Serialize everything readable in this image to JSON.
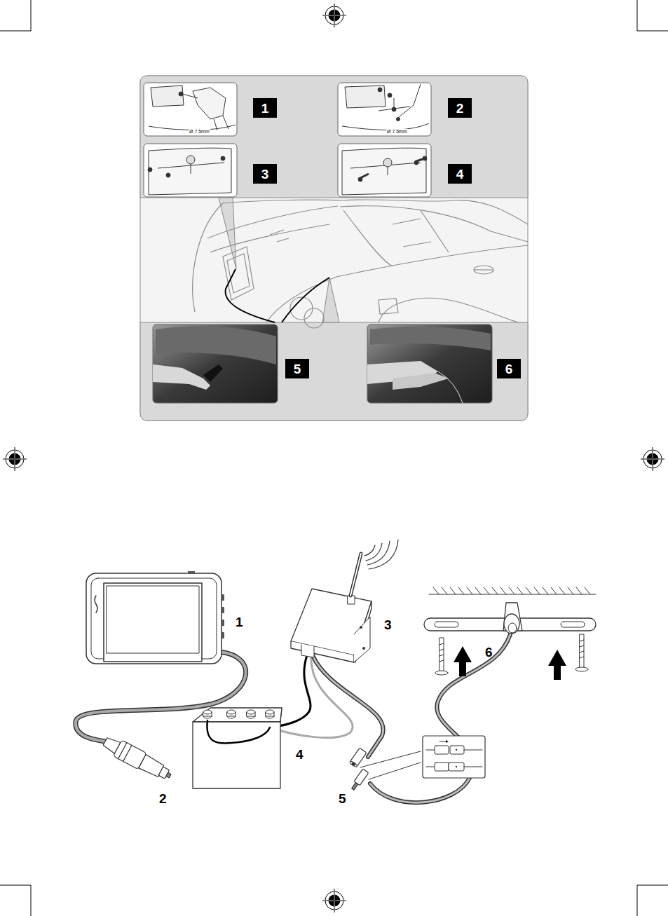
{
  "diagram": {
    "nodes": [
      {
        "text": [
          "1"
        ]
      },
      {
        "text": [
          "2"
        ]
      },
      {
        "text": [
          "3"
        ]
      },
      {
        "text": [
          "4"
        ]
      },
      {
        "text": [
          "5"
        ]
      },
      {
        "text": [
          "6"
        ]
      }
    ],
    "labels": [
      "Ø 7.5mm",
      "Ø 7.5mm",
      "1",
      "3",
      "6",
      "4",
      "2",
      "5"
    ]
  }
}
